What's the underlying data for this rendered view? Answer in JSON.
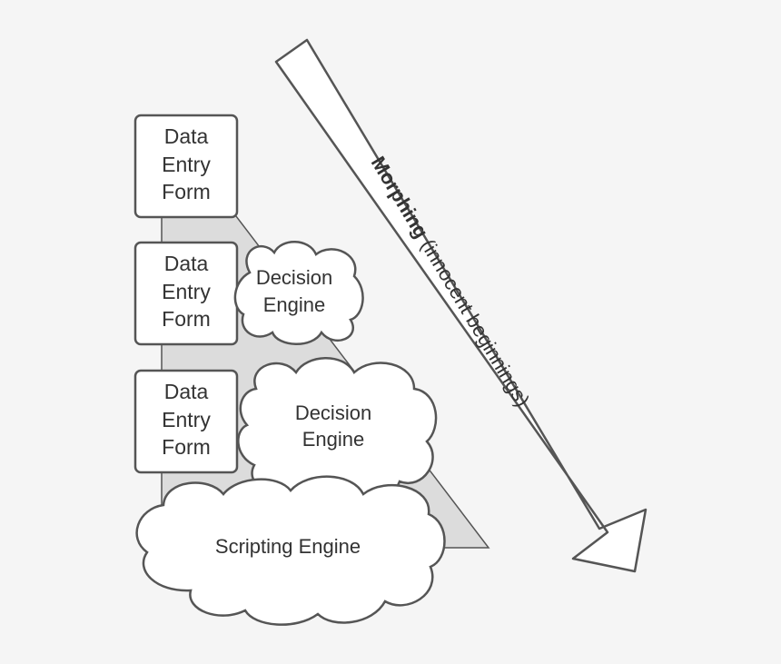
{
  "diagram": {
    "forms": [
      {
        "lines": [
          "Data",
          "Entry",
          "Form"
        ]
      },
      {
        "lines": [
          "Data",
          "Entry",
          "Form"
        ]
      },
      {
        "lines": [
          "Data",
          "Entry",
          "Form"
        ]
      }
    ],
    "engines": {
      "decision_small": [
        "Decision",
        "Engine"
      ],
      "decision_large": [
        "Decision",
        "Engine"
      ],
      "scripting": "Scripting Engine"
    },
    "arrow": {
      "bold_label": "Morphing",
      "label": " (innocent beginnings)"
    }
  }
}
